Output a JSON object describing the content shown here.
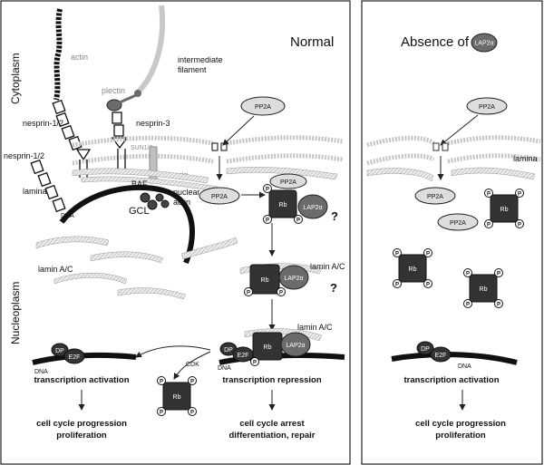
{
  "panels": {
    "normal_title": "Normal",
    "absence_title": "Absence of",
    "absence_protein": "LAP2α"
  },
  "side_labels": {
    "cytoplasm": "Cytoplasm",
    "nucleoplasm": "Nucleoplasm"
  },
  "labels": {
    "actin": "actin",
    "intermediate_filament_1": "intermediate",
    "intermediate_filament_2": "filament",
    "plectin": "plectin",
    "nesprin12_top": "nesprin-1/2",
    "nesprin12_left": "nesprin-1/2",
    "nesprin3": "nesprin-3",
    "sun12": "SUN1/2",
    "emerin": "emerin",
    "baf": "BAF",
    "nuclear_actin_1": "nuclear",
    "nuclear_actin_2": "actin",
    "lamina": "lamina",
    "lamina_right": "lamina",
    "dna": "DNA",
    "gcl": "GCL",
    "lamin_ac": "lamin A/C",
    "lamin_ac_mid": "lamin A/C",
    "lamin_ac_low": "lamin A/C",
    "pp2a": "PP2A",
    "rb": "Rb",
    "lap2a": "LAP2α",
    "dp": "DP",
    "e2f": "E2F",
    "cdk": "CDK",
    "p": "P",
    "question": "?"
  },
  "outcomes": {
    "left_activation": "transcription activation",
    "left_outcome_1": "cell cycle progression",
    "left_outcome_2": "proliferation",
    "mid_repression": "transcription repression",
    "mid_outcome_1": "cell cycle arrest",
    "mid_outcome_2": "differentiation, repair",
    "right_activation": "transcription activation",
    "right_outcome_1": "cell cycle progression",
    "right_outcome_2": "proliferation"
  }
}
